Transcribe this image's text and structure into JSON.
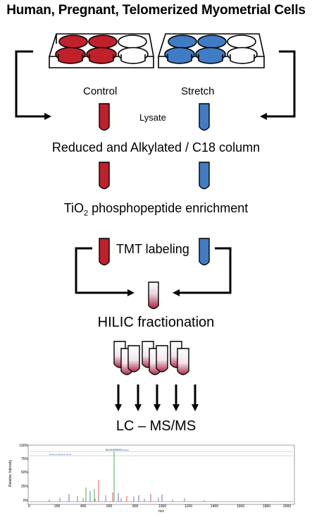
{
  "title": "Human, Pregnant, Telomerized Myometrial Cells",
  "labels": {
    "control": "Control",
    "stretch": "Stretch",
    "lysate": "Lysate",
    "step1": "Reduced and Alkylated / C18 column",
    "step2_prefix": "TiO",
    "step2_sub": "2",
    "step2_suffix": " phosphopeptide enrichment",
    "step3": "TMT labeling",
    "step4": "HILIC fractionation",
    "step5": "LC – MS/MS"
  },
  "colors": {
    "control": "#c0202a",
    "stretch": "#3f7cc4",
    "spectrum_green": "#3aa43a",
    "spectrum_red": "#d03030",
    "spectrum_blue": "#3050c0"
  },
  "spectrum": {
    "y_ticks": [
      "100%",
      "75%",
      "50%",
      "25%",
      "0%"
    ],
    "x_ticks": [
      "0",
      "200",
      "400",
      "600",
      "800",
      "1000",
      "1200",
      "1400",
      "1600",
      "1800",
      "2000"
    ],
    "ylabel": "Relative Intensity",
    "xlabel": "m/z"
  }
}
